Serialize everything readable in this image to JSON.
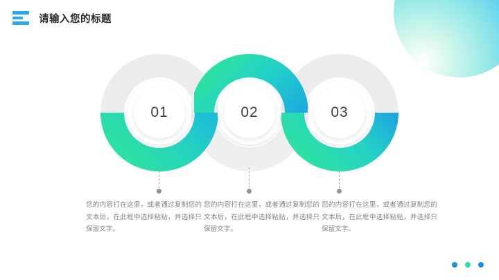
{
  "header": {
    "title": "请输入您的标题",
    "menu_icon": "hamburger-menu-icon",
    "icon_color": "#29a8ee"
  },
  "decoration": {
    "corner_blob": "gradient-circle-blob",
    "blob_colors": [
      "#ffffff",
      "#d6f8ec",
      "#96e8e8",
      "#56cef0",
      "#32baf5"
    ],
    "footer_dots": [
      {
        "name": "dot-blue-1",
        "color": "#1e8fe0"
      },
      {
        "name": "dot-green",
        "color": "#2fdc9a"
      },
      {
        "name": "dot-blue-2",
        "color": "#1e8fe0"
      }
    ]
  },
  "diagram": {
    "type": "infographic-s-curve-3-step",
    "track_color": "#eceded",
    "ribbon_colors": {
      "green": "#2fe39b",
      "teal": "#27d6b4",
      "cyan": "#1cc0d8",
      "blue": "#1f9fe8",
      "deep_blue": "#1789e8"
    },
    "steps": [
      {
        "number": "01",
        "caption": "您的内容打在这里，或者通过复制您的文本后，在此框中选择粘贴，并选择只保留文字。"
      },
      {
        "number": "02",
        "caption": "您的内容打在这里，或者通过复制您的文本后，在此框中选择粘贴，并选择只保留文字。"
      },
      {
        "number": "03",
        "caption": "您的内容打在这里，或者通过复制您的文本后，在此框中选择粘贴，并选择只保留文字。"
      }
    ]
  }
}
